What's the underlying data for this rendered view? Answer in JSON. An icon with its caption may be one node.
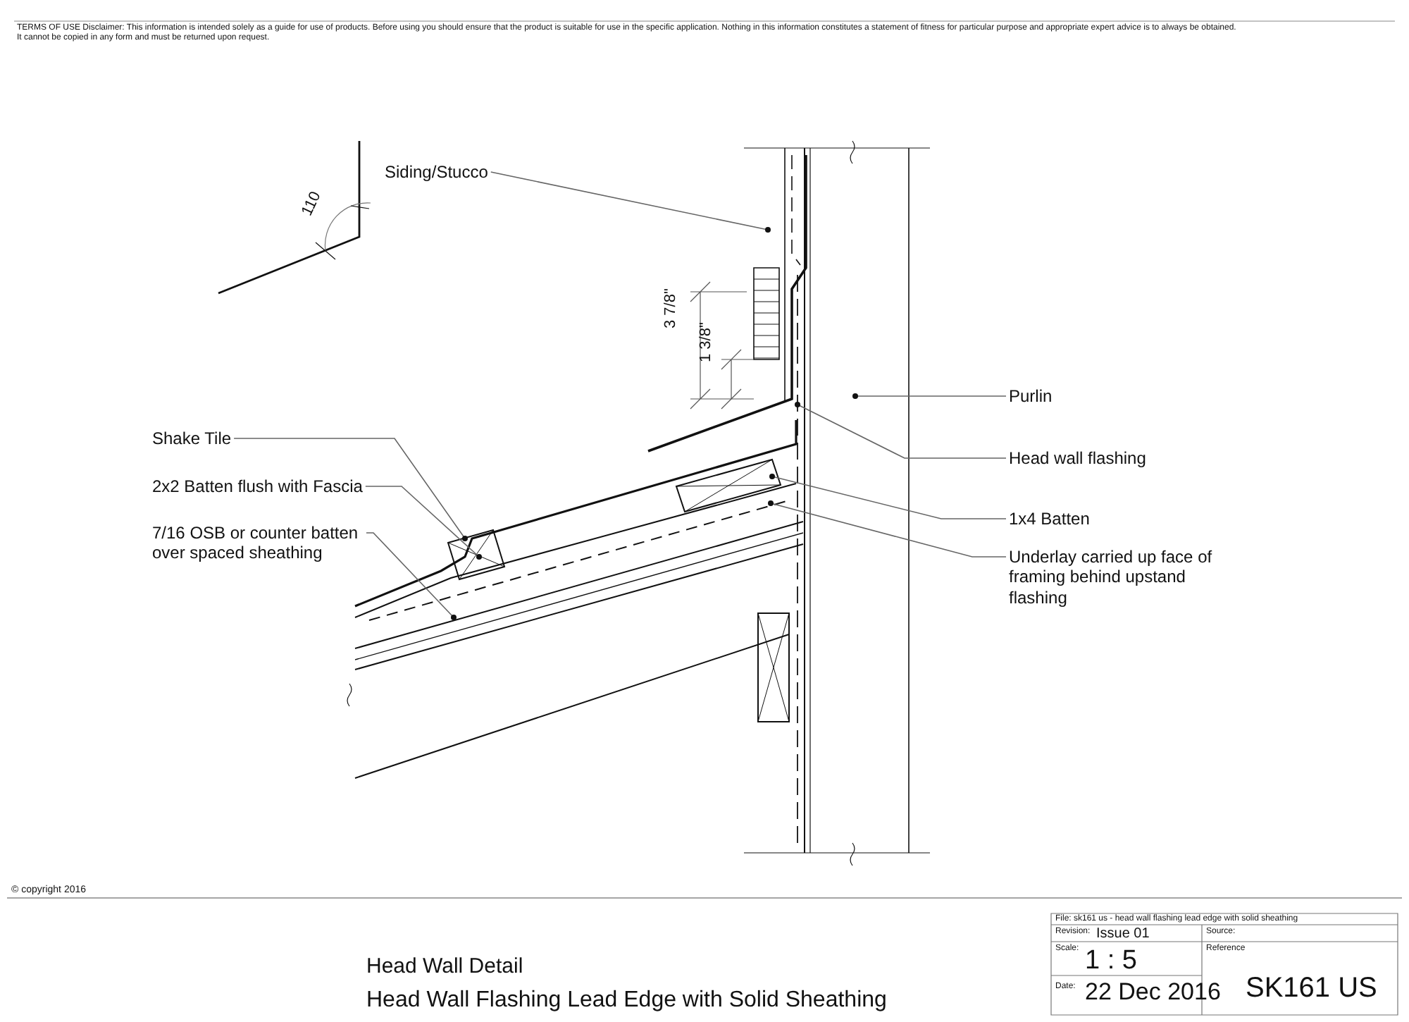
{
  "diagram": {
    "nodes": [
      {
        "text": [
          "Siding/Stucco"
        ]
      },
      {
        "text": [
          "Shake Tile"
        ]
      },
      {
        "text": [
          "2x2 Batten flush with Fascia"
        ]
      },
      {
        "text": [
          "7/16 OSB or counter batten over spaced sheathing"
        ]
      },
      {
        "text": [
          "Purlin"
        ]
      },
      {
        "text": [
          "Head wall flashing"
        ]
      },
      {
        "text": [
          "1x4 Batten"
        ]
      },
      {
        "text": [
          "Underlay carried up face of framing behind upstand flashing"
        ]
      }
    ],
    "edges": [
      {
        "from": 0,
        "to": null,
        "arrow": "other"
      },
      {
        "from": 1,
        "to": null,
        "arrow": "other"
      },
      {
        "from": 2,
        "to": null,
        "arrow": "other"
      },
      {
        "from": 3,
        "to": null,
        "arrow": "other"
      },
      {
        "from": 4,
        "to": null,
        "arrow": "other"
      },
      {
        "from": 5,
        "to": null,
        "arrow": "other"
      },
      {
        "from": 6,
        "to": null,
        "arrow": "other"
      },
      {
        "from": 7,
        "to": null,
        "arrow": "other"
      }
    ],
    "labels": [
      "TERMS OF USE Disclaimer: This information is intended solely as a guide for use of products. Before using you should ensure that the product is suitable for use in the specific application. Nothing in this information constitutes a statement of fitness for particular purpose and appropriate expert advice is to always be obtained.",
      "It cannot be copied in any form and must be returned upon request.",
      "110",
      "3 7/8\"",
      "1 3/8\"",
      "© copyright 2016",
      "Head Wall Detail",
      "Head Wall Flashing Lead Edge with Solid Sheathing",
      "File: sk161 us - head wall flashing lead edge with solid sheathing",
      "Revision:",
      "Issue 01",
      "Source:",
      "Scale:",
      "1 : 5",
      "Reference",
      "Date:",
      "22 Dec 2016",
      "SK161 US"
    ]
  }
}
